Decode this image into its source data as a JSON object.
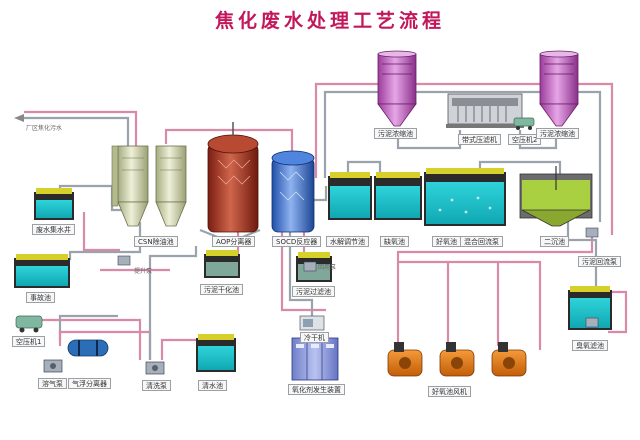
{
  "title": "焦化废水处理工艺流程",
  "inflow_note": "厂区焦化污水",
  "colors": {
    "title": "#c2185b",
    "water": "#19c0c8",
    "pipe_pink": "#d98aa8",
    "pipe_gray": "#9aa3ad",
    "csn_tank": "#c9cfa8",
    "aop_tank": "#a8321f",
    "socd_tank": "#3a6fd1",
    "sludge_tank": "#c060c0",
    "blower": "#e07810",
    "ozone_generator": "#8a93d8"
  },
  "labels": {
    "sludge_thickener_1": "污泥浓缩池",
    "filter_press": "带式压滤机",
    "air_compressor_2": "空压机2",
    "sludge_thickener_2": "污泥浓缩池",
    "waste_oil_pool": "废水集水井",
    "accident_pool": "事故池",
    "air_compressor_1": "空压机1",
    "aeration_pump": "溶气泵",
    "air_flotation": "气浮分离器",
    "csn_tower": "CSN除油池",
    "aop_reactor": "AOP分离器",
    "socd_reactor": "SOCD反应器",
    "clean_pump": "清洗泵",
    "clean_pool": "清水池",
    "sludge_dry_pool": "污泥干化池",
    "sludge_filter_pool": "污泥过滤池",
    "cooler": "冷干机",
    "ozone_generator": "氧化剂发生装置",
    "equalization_pool": "水解调节池",
    "anoxic_pool": "缺氧池",
    "aerobic_pool": "好氧池",
    "mixing_pool": "混合回流泵",
    "secondary_clarifier": "二沉池",
    "sludge_return_pump": "污泥回流泵",
    "final_filter_pool": "臭氧滤池",
    "blower": "好氧池风机"
  },
  "small_notes": {
    "pump_1": "提升泵",
    "pump_2": "回用泵"
  }
}
